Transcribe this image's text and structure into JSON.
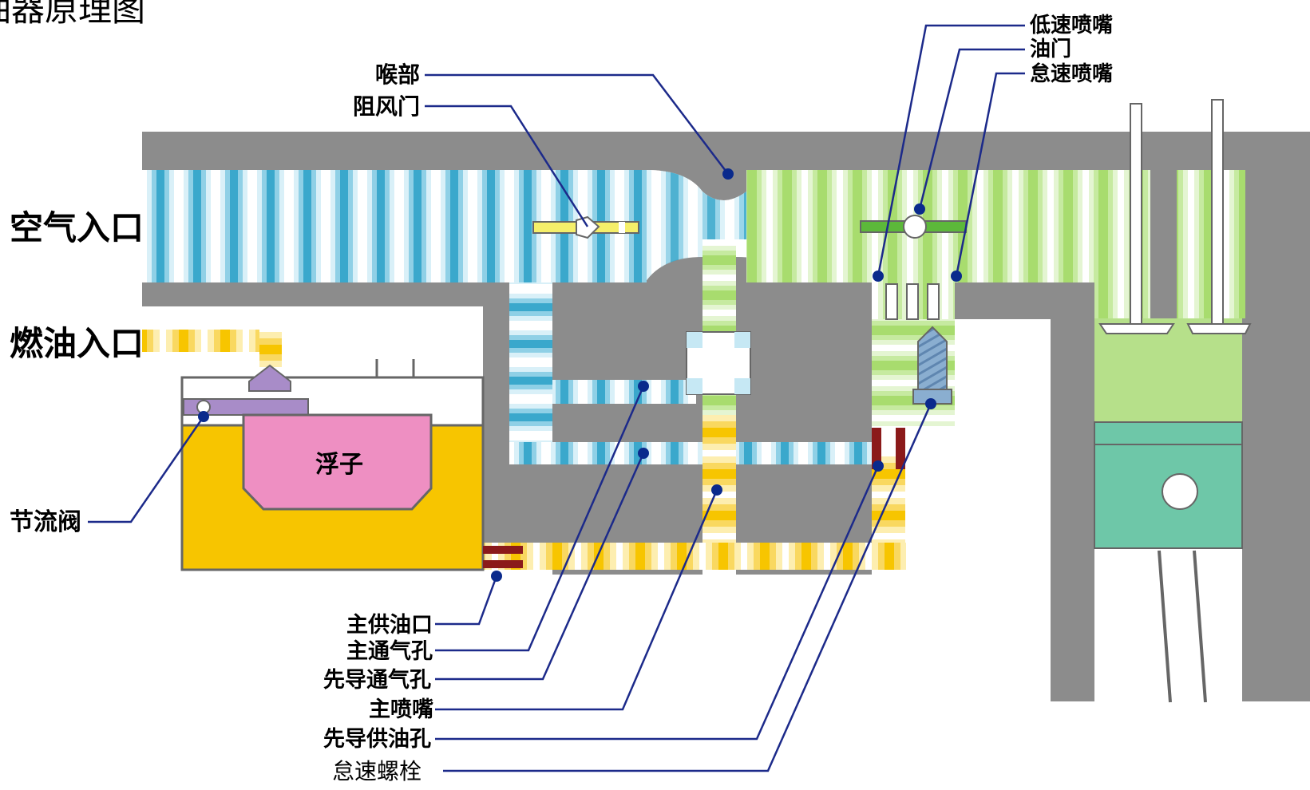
{
  "title": "油器原理图",
  "labels": {
    "air_inlet": "空气入口",
    "fuel_inlet": "燃油入口",
    "throttle_needle_valve": "节流阀",
    "float": "浮子",
    "venturi": "喉部",
    "choke": "阻风门",
    "low_speed_jet": "低速喷嘴",
    "throttle": "油门",
    "idle_jet": "怠速喷嘴",
    "main_fuel_port": "主供油口",
    "main_air_vent": "主通气孔",
    "pilot_air_vent": "先导通气孔",
    "main_nozzle": "主喷嘴",
    "pilot_fuel_hole": "先导供油孔",
    "idle_screw": "怠速螺栓"
  },
  "colors": {
    "body": "#8c8c8c",
    "air": "#3aa8cc",
    "mixture": "#a8dc6e",
    "fuel": "#f7c500",
    "float": "#ee8fc2",
    "needle_valve": "#a88cc8",
    "piston": "#6ec7a8",
    "jet_restrictor": "#8b1a1a",
    "screw": "#8aaed0",
    "leader": "#1c2a8a",
    "dot": "#0a2a8c"
  }
}
